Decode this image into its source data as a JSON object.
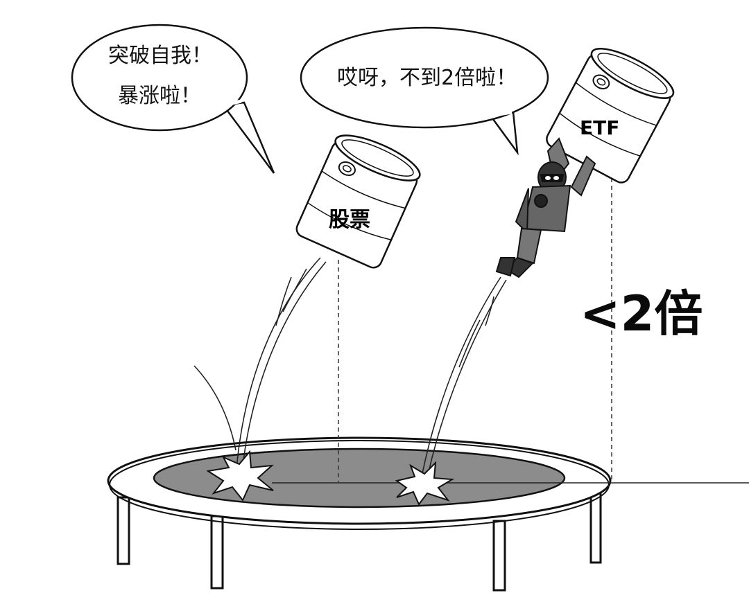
{
  "bubble_left": {
    "line1": "突破自我！",
    "line2": "暴涨啦！"
  },
  "bubble_right": {
    "text": "哎呀，不到2倍啦！"
  },
  "can_stock": {
    "label": "股票"
  },
  "can_etf": {
    "label": "ETF"
  },
  "height_note": {
    "text": "<2倍"
  },
  "colors": {
    "ink": "#111111",
    "trampoline_mat": "#8c8c8c",
    "background": "#ffffff"
  }
}
